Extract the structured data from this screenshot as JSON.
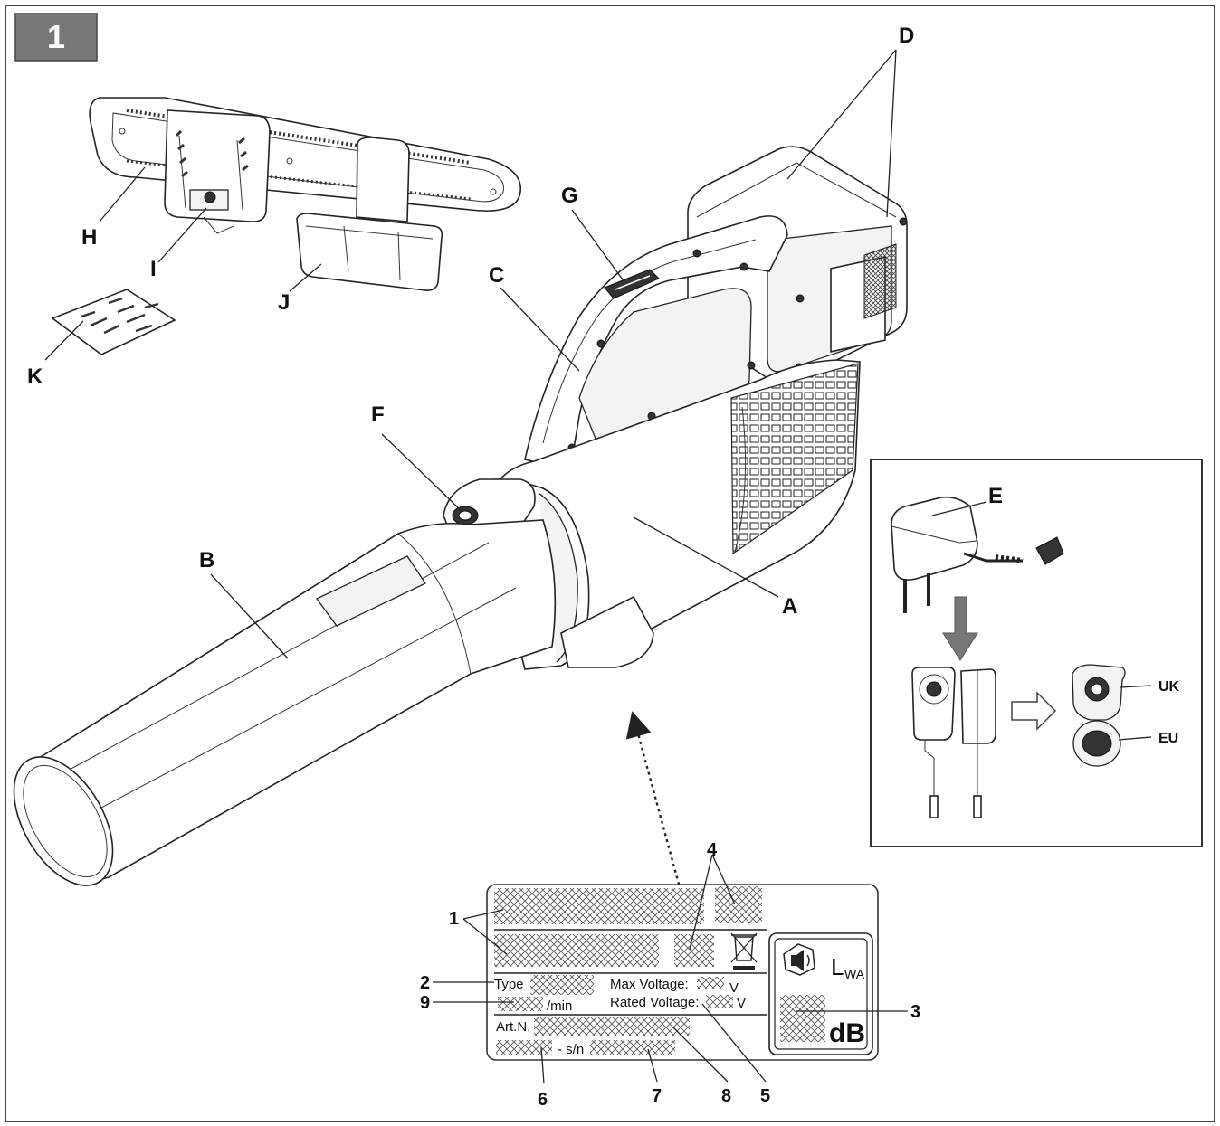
{
  "figure_number": "1",
  "part_labels": {
    "A": "A",
    "B": "B",
    "C": "C",
    "D": "D",
    "E": "E",
    "F": "F",
    "G": "G",
    "H": "H",
    "I": "I",
    "J": "J",
    "K": "K"
  },
  "plug_labels": {
    "uk": "UK",
    "eu": "EU"
  },
  "rating_plate": {
    "type_label": "Type",
    "rpm_unit": "/min",
    "max_voltage_label": "Max Voltage:",
    "rated_voltage_label": "Rated Voltage:",
    "voltage_unit": "V",
    "art_label": "Art.N.",
    "sn_label": "- s/n",
    "lwa_label": "L",
    "lwa_sub": "WA",
    "db_label": "dB"
  },
  "callouts": [
    "1",
    "2",
    "3",
    "4",
    "5",
    "6",
    "7",
    "8",
    "9"
  ]
}
